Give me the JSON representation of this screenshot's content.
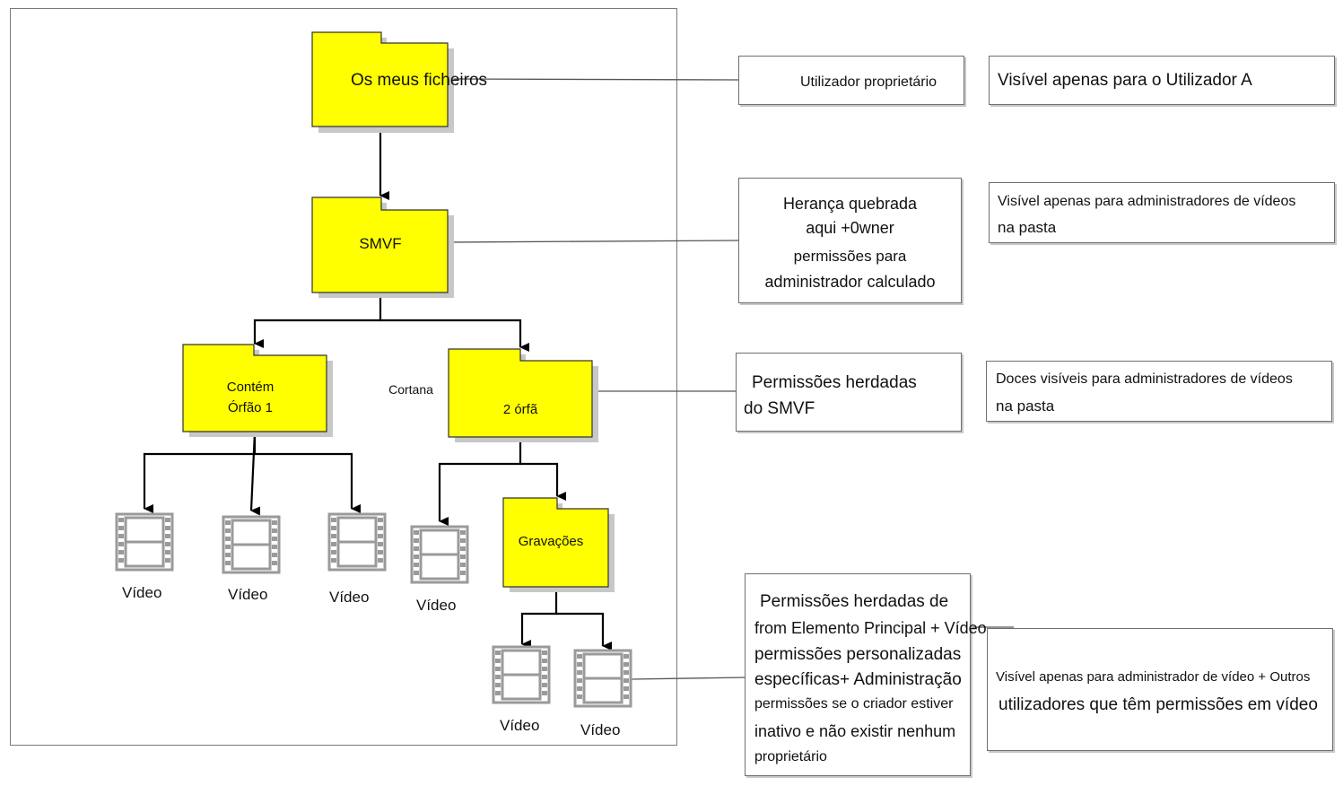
{
  "folders": {
    "root": "Os meus ficheiros",
    "smvf": "SMVF",
    "orphan1_line1": "Contém",
    "orphan1_line2": "Órfão 1",
    "cortana": "Cortana",
    "orphan2": "2 órfã",
    "recordings": "Gravações"
  },
  "videos": {
    "v1": "Vídeo",
    "v2": "Vídeo",
    "v3": "Vídeo",
    "v4": "Vídeo",
    "v5": "Vídeo",
    "v6": "Vídeo"
  },
  "notes": {
    "owner": "Utilizador proprietário",
    "broken": [
      "Herança quebrada",
      "aqui +0wner",
      "permissões para",
      "administrador calculado"
    ],
    "inherited_smvf": [
      "Permissões herdadas",
      "do SMVF"
    ],
    "inherited_parent": [
      "Permissões herdadas de",
      "from  Elemento Principal + Vídeo",
      "permissões personalizadas",
      "específicas+ Administração",
      "permissões se o criador estiver",
      "inativo e não existir nenhum",
      "proprietário"
    ]
  },
  "visibility": {
    "user_a": "Visível apenas para o Utilizador A",
    "admins_folder": [
      "Visível apenas para administradores de vídeos",
      "na pasta"
    ],
    "docs_admins": [
      "Doces visíveis para administradores de vídeos",
      "na pasta"
    ],
    "admin_others": [
      "Visível apenas para administrador de vídeo + Outros",
      "utilizadores que têm permissões em vídeo"
    ]
  },
  "colors": {
    "folder": "#ffff00",
    "folder_border": "#333333",
    "film": "#9a9a9a",
    "line": "#000000",
    "box_border": "#6f6f6f"
  }
}
